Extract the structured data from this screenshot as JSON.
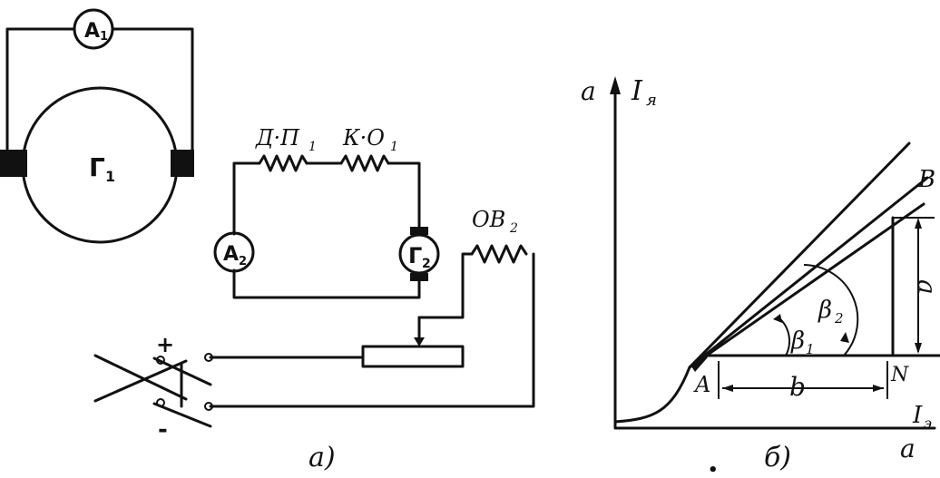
{
  "circuit": {
    "ammeter_1": "A",
    "ammeter_1_sub": "1",
    "generator_1": "Г",
    "generator_1_sub": "1",
    "resistor_dp": "Д·П",
    "resistor_dp_sub": "1",
    "resistor_ko": "К·О",
    "resistor_ko_sub": "1",
    "ammeter_2": "A",
    "ammeter_2_sub": "2",
    "generator_2": "Г",
    "generator_2_sub": "2",
    "field_winding": "ОВ",
    "field_winding_sub": "2",
    "plus": "+",
    "minus": "-",
    "caption": "а)"
  },
  "graph": {
    "y_axis_letter": "a",
    "y_axis_label": "I",
    "y_axis_sub": "я",
    "x_axis_label": "I",
    "x_axis_sub": "э",
    "x_axis_letter": "a",
    "point_a": "A",
    "point_b": "B",
    "point_n": "N",
    "segment_a": "a",
    "segment_b": "b",
    "angle_1": "β",
    "angle_1_sub": "1",
    "angle_2": "β",
    "angle_2_sub": "2",
    "caption": "б)",
    "dot": "•"
  }
}
